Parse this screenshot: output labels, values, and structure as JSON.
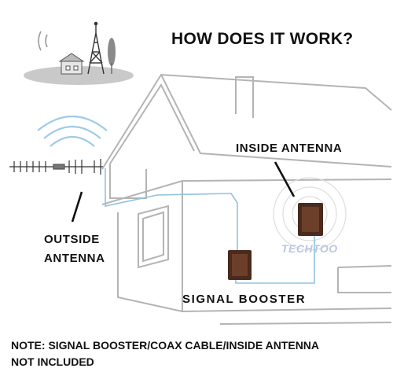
{
  "title": "HOW DOES IT WORK?",
  "labels": {
    "inside_antenna": "INSIDE ANTENNA",
    "outside_antenna_line1": "OUTSIDE",
    "outside_antenna_line2": "ANTENNA",
    "signal_booster": "SIGNAL BOOSTER"
  },
  "watermark": "TECHTOO",
  "note": {
    "line1": "NOTE: SIGNAL BOOSTER/COAX CABLE/INSIDE ANTENNA",
    "line2": "NOT INCLUDED"
  },
  "colors": {
    "house_outline": "#b4b4b4",
    "cable": "#8fc3e0",
    "signal_waves": "#9ecbe6",
    "device": "#4a2a1c",
    "text": "#111111"
  },
  "icons": [
    "cell-tower-icon",
    "tree-icon",
    "cottage-icon",
    "yagi-antenna-icon",
    "booster-box-icon",
    "indoor-antenna-icon"
  ]
}
